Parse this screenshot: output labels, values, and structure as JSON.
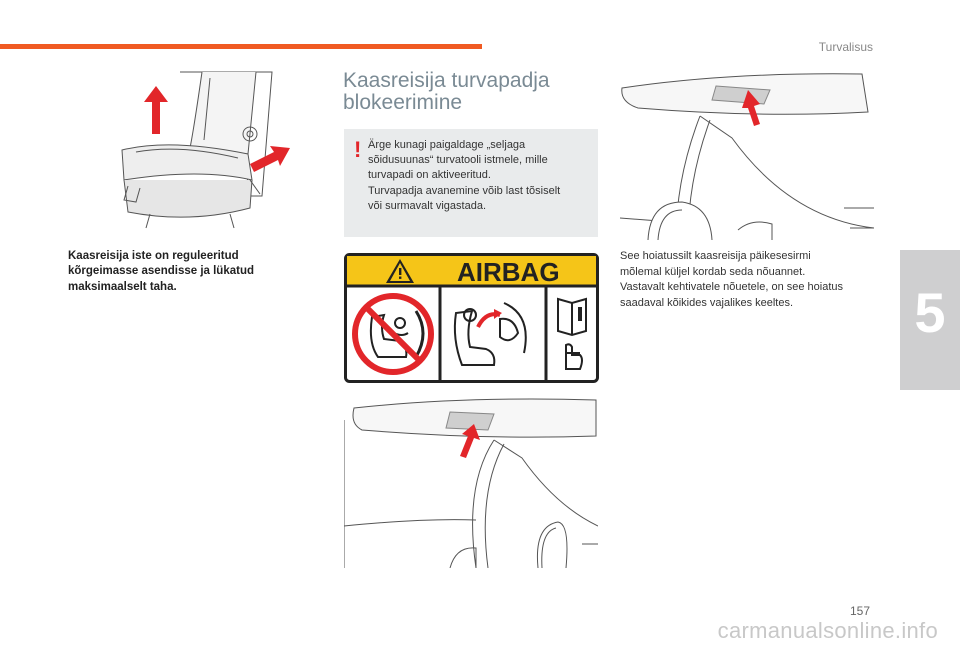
{
  "header": {
    "section": "Turvalisus"
  },
  "chapter": {
    "number": "5"
  },
  "seat_caption": "Kaasreisija iste on reguleeritud kõrgeimasse asendisse ja lükatud maksimaalselt taha.",
  "title": {
    "line1": "Kaasreisija turvapadja",
    "line2": "blokeerimine"
  },
  "warning": {
    "mark": "!",
    "lines": [
      "Ärge kunagi paigaldage „seljaga",
      "sõidusuunas“ turvatooli istmele, mille",
      "turvapadi on aktiveeritud.",
      "Turvapadja avanemine võib last tõsiselt",
      "või surmavalt vigastada."
    ]
  },
  "airbag_label": {
    "text": "AIRBAG",
    "colors": {
      "band": "#f5c518",
      "prohibition": "#e2262a",
      "frame": "#222222"
    }
  },
  "info": {
    "lines": [
      "See hoiatussilt kaasreisija päikesesirmi",
      "mõlemal küljel kordab seda nõuannet.",
      "Vastavalt kehtivatele nõuetele, on see hoiatus",
      "saadaval kõikides vajalikes keeltes."
    ]
  },
  "page": {
    "number": "157"
  },
  "watermark": "carmanualsonline.info",
  "colors": {
    "accent": "#f05a22",
    "arrow": "#e2262a",
    "title": "#7a8a94",
    "warning_bg": "#e9ebec"
  }
}
